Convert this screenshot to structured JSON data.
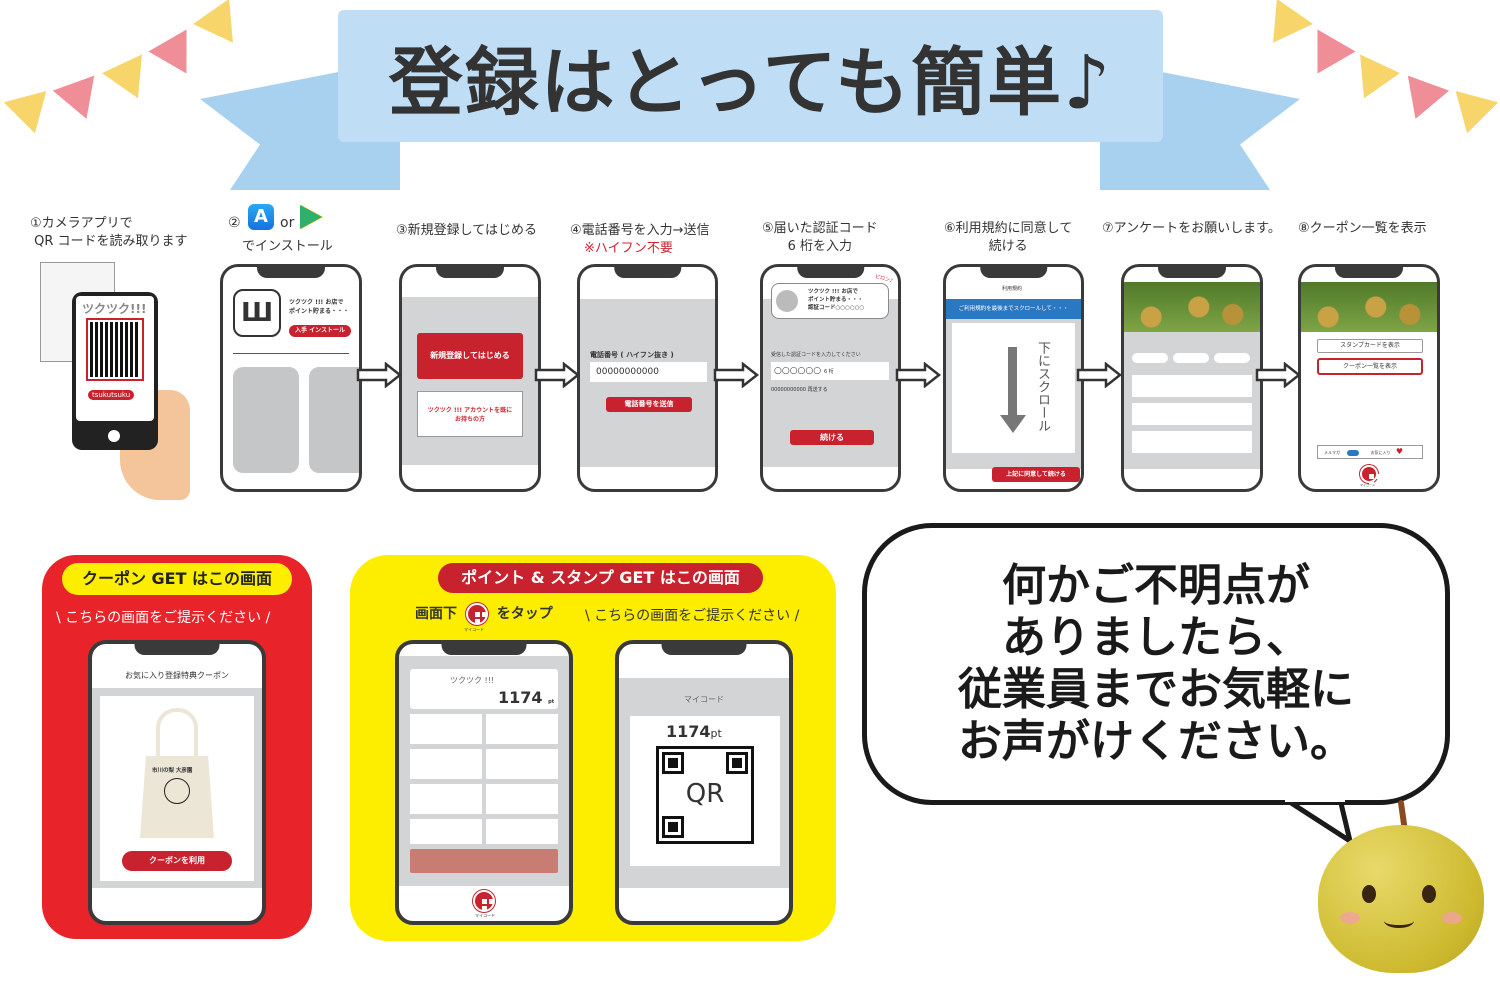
{
  "banner": {
    "title": "登録はとっても簡単♪"
  },
  "steps": [
    {
      "label": "①カメラアプリで\n QR コードを読み取ります",
      "phone": {
        "brand": "ツクツク!!!",
        "brand_sub": "tsukutsuku"
      }
    },
    {
      "number": "②",
      "or": "or",
      "label": "でインストール",
      "phone": {
        "app_name": "ツクツク !!! お店で\nポイント貯まる・・・",
        "install": "入手 インストール"
      },
      "icons": [
        "app-store-icon",
        "google-play-icon"
      ]
    },
    {
      "label": "③新規登録してはじめる",
      "phone": {
        "primary": "新規登録してはじめる",
        "secondary": "ツクツク !!! アカウントを既に\nお持ちの方"
      }
    },
    {
      "label": "④電話番号を入力→送信",
      "note": "※ハイフン不要",
      "phone": {
        "field_label": "電話番号 ( ハイフン抜き )",
        "field_value": "00000000000",
        "button": "電話番号を送信"
      }
    },
    {
      "label": "⑤届いた認証コード\n6 桁を入力",
      "phone": {
        "sound": "ピロン♪",
        "notification": "ツクツク !!! お店で\nポイント貯まる・・・\n認証コード○○○○○○",
        "prompt": "受信した認証コードを入力してください",
        "code": "○○○○○○",
        "digits": "6 桁",
        "resend": "00000000000 再送する",
        "button": "続ける"
      }
    },
    {
      "label": "⑥利用規約に同意して\n続ける",
      "phone": {
        "title": "利用規約",
        "banner": "ご利用規約を最後までスクロールして・・・",
        "scroll": "下にスクロール",
        "button": "上記に同意して続ける"
      }
    },
    {
      "label": "⑦アンケートをお願いします。",
      "phone": {}
    },
    {
      "label": "⑧クーポン一覧を表示",
      "phone": {
        "stamp": "スタンプカードを表示",
        "coupon": "クーポン一覧を表示",
        "mailmag": "メルマガ",
        "favorite": "お気に入り",
        "mycode": "マイコード"
      }
    }
  ],
  "coupon_panel": {
    "title": "クーポン GET はこの画面",
    "instruction": "\\ こちらの画面をご提示ください /",
    "phone": {
      "header": "お気に入り登録特典クーポン",
      "bag_text": "市川の梨 大彦園",
      "button": "クーポンを利用"
    }
  },
  "point_panel": {
    "title": "ポイント & スタンプ GET はこの画面",
    "tap_pre": "画面下",
    "tap_post": "をタップ",
    "tap_icon_label": "マイコード",
    "instruction": "\\ こちらの画面をご提示ください /",
    "phone_left": {
      "brand": "ツクツク !!!",
      "points": "1174",
      "unit": "pt",
      "mycode": "マイコード"
    },
    "phone_right": {
      "title": "マイコード",
      "points": "1174",
      "unit": "pt",
      "qr": "QR"
    }
  },
  "bubble": {
    "text": [
      "何かご不明点が",
      "ありましたら、",
      "従業員までお気軽に",
      "お声がけください。"
    ]
  },
  "colors": {
    "red": "#c8222e",
    "panel_red": "#e8232a",
    "yellow": "#fdee00",
    "ribbon": "#bfdef6",
    "terms_blue": "#2a78c2"
  }
}
